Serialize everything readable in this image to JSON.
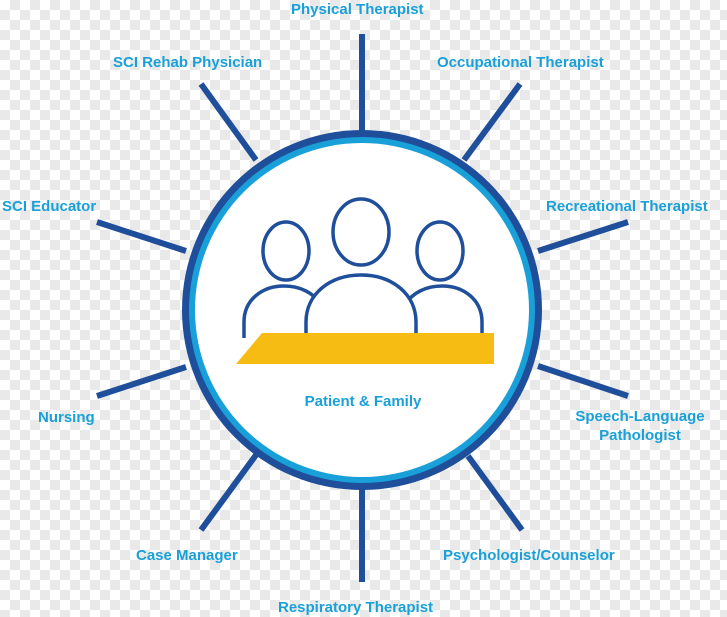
{
  "center": {
    "label": "Patient & Family",
    "icon": "family-group-icon"
  },
  "roles": [
    {
      "id": "physical-therapist",
      "label": "Physical Therapist"
    },
    {
      "id": "occupational-therapist",
      "label": "Occupational Therapist"
    },
    {
      "id": "recreational-therapist",
      "label": "Recreational Therapist"
    },
    {
      "id": "speech-language-pathologist",
      "label": "Speech-Language Pathologist",
      "line1": "Speech-Language",
      "line2": "Pathologist"
    },
    {
      "id": "psychologist-counselor",
      "label": "Psychologist/Counselor"
    },
    {
      "id": "respiratory-therapist",
      "label": "Respiratory Therapist"
    },
    {
      "id": "case-manager",
      "label": "Case Manager"
    },
    {
      "id": "nursing",
      "label": "Nursing"
    },
    {
      "id": "sci-educator",
      "label": "SCI Educator"
    },
    {
      "id": "sci-rehab-physician",
      "label": "SCI Rehab Physician"
    }
  ],
  "colors": {
    "spoke": "#1f4e9a",
    "ring_outer": "#1f4e9a",
    "ring_inner": "#1aa0d8",
    "people": "#1f4e9a",
    "table": "#f7bc14",
    "label": "#1aa0d8"
  }
}
